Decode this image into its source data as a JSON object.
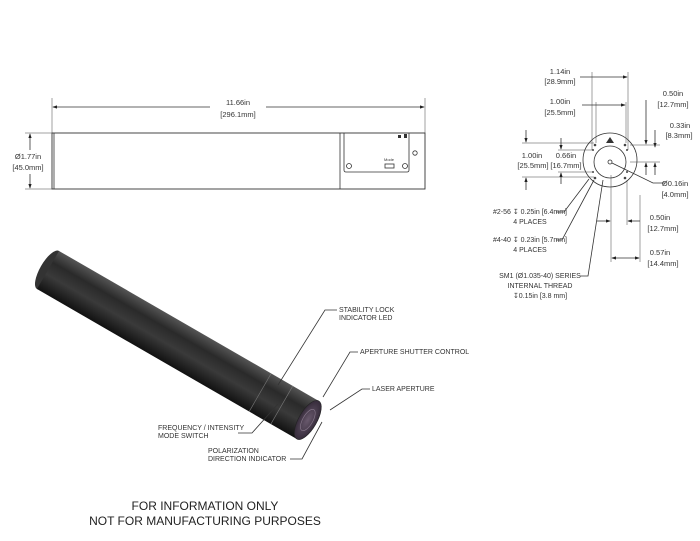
{
  "side_view": {
    "length_in": "11.66in",
    "length_mm": "[296.1mm]",
    "diameter_in": "Ø1.77in",
    "diameter_mm": "[45.0mm]",
    "panel_label": "Mode"
  },
  "end_view": {
    "width1_in": "1.14in",
    "width1_mm": "[28.9mm]",
    "width2_in": "1.00in",
    "width2_mm": "[25.5mm]",
    "right1_in": "0.50in",
    "right1_mm": "[12.7mm]",
    "right2_in": "0.33in",
    "right2_mm": "[8.3mm]",
    "left1_in": "1.00in",
    "left1_mm": "[25.5mm]",
    "left2_in": "0.66in",
    "left2_mm": "[16.7mm]",
    "hole_in": "Ø0.16in",
    "hole_mm": "[4.0mm]",
    "bottom1_in": "0.50in",
    "bottom1_mm": "[12.7mm]",
    "bottom2_in": "0.57in",
    "bottom2_mm": "[14.4mm]",
    "note1": "#2-56 ↧ 0.25in [6.4mm]",
    "note1_sub": "4 PLACES",
    "note2": "#4-40 ↧ 0.23in [5.7mm]",
    "note2_sub": "4 PLACES",
    "note3": "SM1 (Ø1.035-40) SERIES",
    "note3_sub": "INTERNAL THREAD",
    "note3_depth": "↧0.15in [3.8 mm]"
  },
  "iso_view": {
    "callout_led_1": "STABILITY LOCK",
    "callout_led_2": "INDICATOR LED",
    "callout_shutter": "APERTURE SHUTTER CONTROL",
    "callout_aperture": "LASER APERTURE",
    "callout_mode_1": "FREQUENCY / INTENSITY",
    "callout_mode_2": "MODE SWITCH",
    "callout_pol_1": "POLARIZATION",
    "callout_pol_2": "DIRECTION INDICATOR"
  },
  "footer": {
    "line1": "FOR INFORMATION ONLY",
    "line2": "NOT FOR MANUFACTURING PURPOSES"
  }
}
